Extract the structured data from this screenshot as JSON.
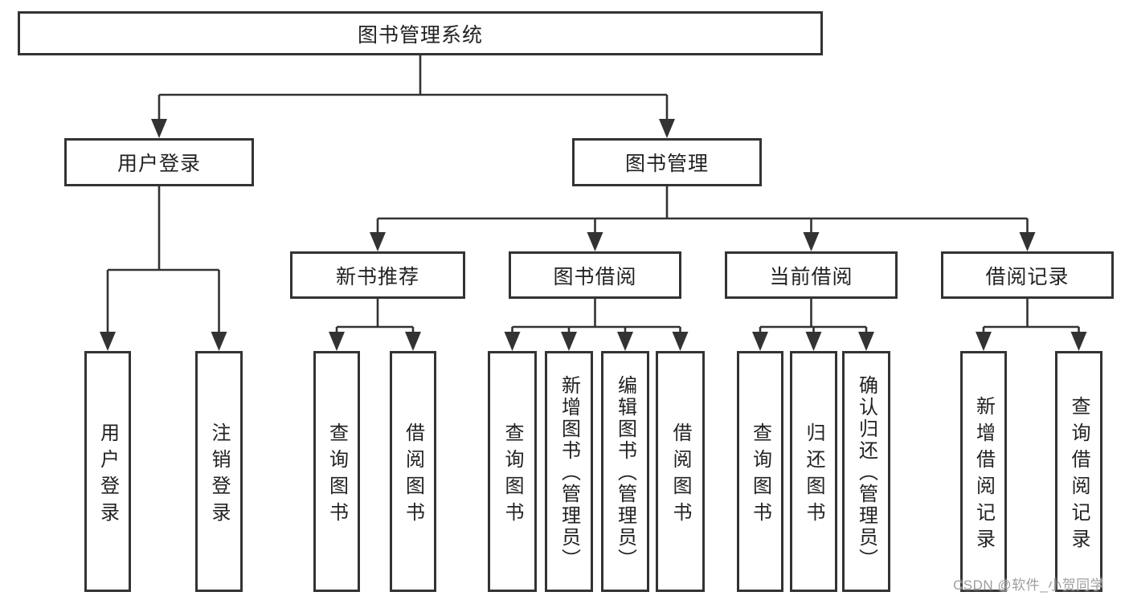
{
  "page": {
    "background": "#ffffff"
  },
  "colors": {
    "line": "#333333",
    "text": "#222222",
    "box_background": "#ffffff",
    "watermark": "#9e9e9e"
  },
  "watermark": {
    "text": "CSDN @软件_小贺同学"
  },
  "tree": {
    "id": "library-system",
    "label": "图书管理系统",
    "children": [
      {
        "id": "user-login",
        "label": "用户登录",
        "children": [
          {
            "id": "user-login-action",
            "label": "用户登录"
          },
          {
            "id": "logout",
            "label": "注销登录"
          }
        ]
      },
      {
        "id": "book-management",
        "label": "图书管理",
        "children": [
          {
            "id": "new-book-recommend",
            "label": "新书推荐",
            "children": [
              {
                "id": "query-books-recommend",
                "label": "查询图书"
              },
              {
                "id": "borrow-books-recommend",
                "label": "借阅图书"
              }
            ]
          },
          {
            "id": "book-borrow",
            "label": "图书借阅",
            "children": [
              {
                "id": "query-books-borrow",
                "label": "查询图书"
              },
              {
                "id": "add-books-admin",
                "label": "新增图书（管理员）"
              },
              {
                "id": "edit-books-admin",
                "label": "编辑图书（管理员）"
              },
              {
                "id": "borrow-books-borrow",
                "label": "借阅图书"
              }
            ]
          },
          {
            "id": "current-borrow",
            "label": "当前借阅",
            "children": [
              {
                "id": "query-books-current",
                "label": "查询图书"
              },
              {
                "id": "return-books",
                "label": "归还图书"
              },
              {
                "id": "confirm-return-admin",
                "label": "确认归还（管理员）"
              }
            ]
          },
          {
            "id": "borrow-records",
            "label": "借阅记录",
            "children": [
              {
                "id": "add-borrow-record",
                "label": "新增借阅记录"
              },
              {
                "id": "query-borrow-record",
                "label": "查询借阅记录"
              }
            ]
          }
        ]
      }
    ]
  }
}
